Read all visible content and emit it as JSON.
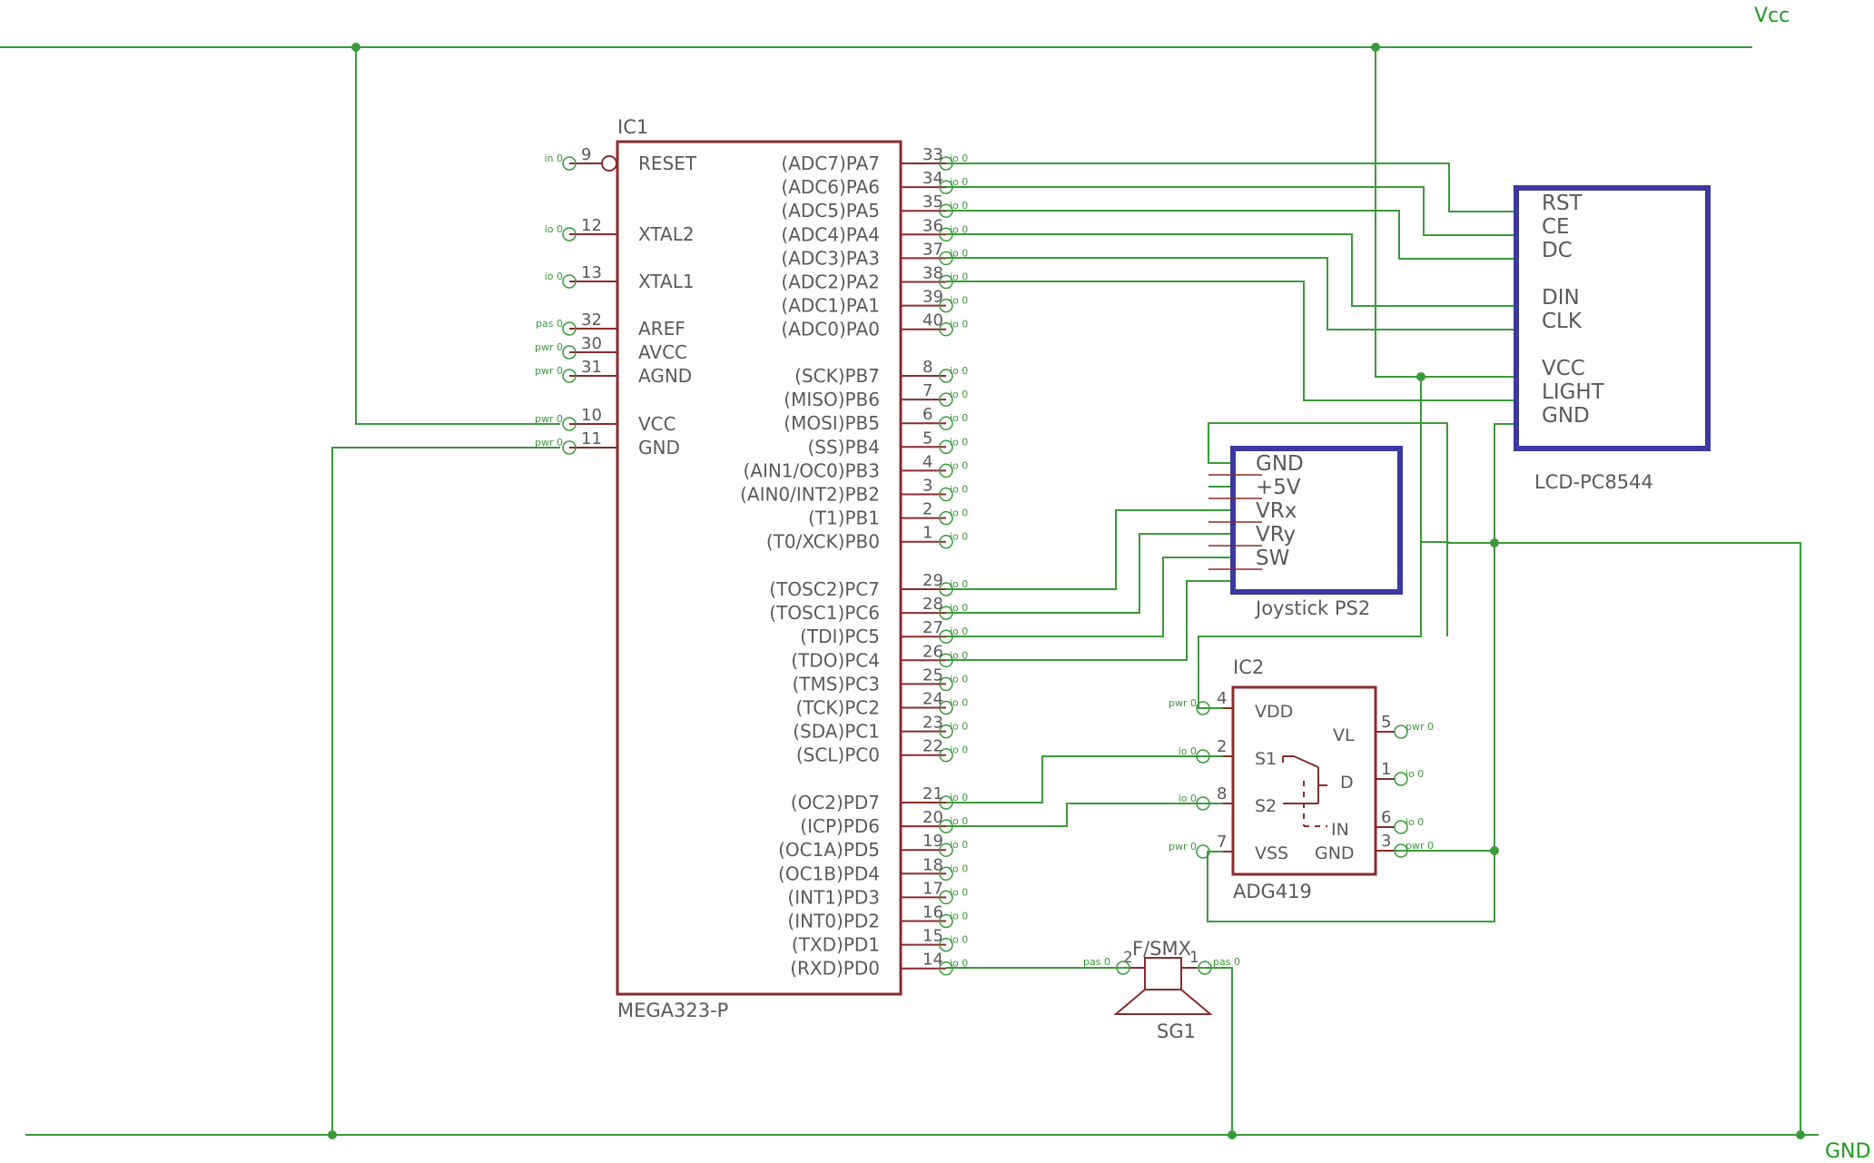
{
  "nets": {
    "vcc": "Vcc",
    "gnd": "GND"
  },
  "colors": {
    "wire": "#3a9a3a",
    "symbol": "#8b2b2b",
    "module": "#3a3aa0",
    "text": "#5a5a5a"
  },
  "ic1": {
    "ref": "IC1",
    "value": "MEGA323-P",
    "left_pins": [
      {
        "num": "9",
        "name": "RESET",
        "type": "in 0"
      },
      {
        "num": "12",
        "name": "XTAL2",
        "type": "io 0"
      },
      {
        "num": "13",
        "name": "XTAL1",
        "type": "io 0"
      },
      {
        "num": "32",
        "name": "AREF",
        "type": "pas 0"
      },
      {
        "num": "30",
        "name": "AVCC",
        "type": "pwr 0"
      },
      {
        "num": "31",
        "name": "AGND",
        "type": "pwr 0"
      },
      {
        "num": "10",
        "name": "VCC",
        "type": "pwr 0"
      },
      {
        "num": "11",
        "name": "GND",
        "type": "pwr 0"
      }
    ],
    "right_pins": [
      {
        "num": "33",
        "name": "(ADC7)PA7"
      },
      {
        "num": "34",
        "name": "(ADC6)PA6"
      },
      {
        "num": "35",
        "name": "(ADC5)PA5"
      },
      {
        "num": "36",
        "name": "(ADC4)PA4"
      },
      {
        "num": "37",
        "name": "(ADC3)PA3"
      },
      {
        "num": "38",
        "name": "(ADC2)PA2"
      },
      {
        "num": "39",
        "name": "(ADC1)PA1"
      },
      {
        "num": "40",
        "name": "(ADC0)PA0"
      },
      {
        "num": "8",
        "name": "(SCK)PB7"
      },
      {
        "num": "7",
        "name": "(MISO)PB6"
      },
      {
        "num": "6",
        "name": "(MOSI)PB5"
      },
      {
        "num": "5",
        "name": "(SS)PB4"
      },
      {
        "num": "4",
        "name": "(AIN1/OC0)PB3"
      },
      {
        "num": "3",
        "name": "(AIN0/INT2)PB2"
      },
      {
        "num": "2",
        "name": "(T1)PB1"
      },
      {
        "num": "1",
        "name": "(T0/XCK)PB0"
      },
      {
        "num": "29",
        "name": "(TOSC2)PC7"
      },
      {
        "num": "28",
        "name": "(TOSC1)PC6"
      },
      {
        "num": "27",
        "name": "(TDI)PC5"
      },
      {
        "num": "26",
        "name": "(TDO)PC4"
      },
      {
        "num": "25",
        "name": "(TMS)PC3"
      },
      {
        "num": "24",
        "name": "(TCK)PC2"
      },
      {
        "num": "23",
        "name": "(SDA)PC1"
      },
      {
        "num": "22",
        "name": "(SCL)PC0"
      },
      {
        "num": "21",
        "name": "(OC2)PD7"
      },
      {
        "num": "20",
        "name": "(ICP)PD6"
      },
      {
        "num": "19",
        "name": "(OC1A)PD5"
      },
      {
        "num": "18",
        "name": "(OC1B)PD4"
      },
      {
        "num": "17",
        "name": "(INT1)PD3"
      },
      {
        "num": "16",
        "name": "(INT0)PD2"
      },
      {
        "num": "15",
        "name": "(TXD)PD1"
      },
      {
        "num": "14",
        "name": "(RXD)PD0"
      }
    ],
    "right_pin_type": "io 0"
  },
  "lcd": {
    "value": "LCD-PC8544",
    "pins": [
      "RST",
      "CE",
      "DC",
      "DIN",
      "CLK",
      "VCC",
      "LIGHT",
      "GND"
    ]
  },
  "joystick": {
    "value": "Joystick PS2",
    "pins": [
      "GND",
      "+5V",
      "VRx",
      "VRy",
      "SW"
    ]
  },
  "ic2": {
    "ref": "IC2",
    "value": "ADG419",
    "labels": {
      "vdd": "VDD",
      "vl": "VL",
      "s1": "S1",
      "d": "D",
      "s2": "S2",
      "in": "IN",
      "vss": "VSS",
      "gnd": "GND"
    },
    "pins": [
      {
        "num": "4",
        "type": "pwr 0"
      },
      {
        "num": "2",
        "type": "io 0"
      },
      {
        "num": "8",
        "type": "io 0"
      },
      {
        "num": "7",
        "type": "pwr 0"
      },
      {
        "num": "5",
        "type": "pwr 0"
      },
      {
        "num": "1",
        "type": "io 0"
      },
      {
        "num": "6",
        "type": "io 0"
      },
      {
        "num": "3",
        "type": "pwr 0"
      }
    ]
  },
  "sg1": {
    "ref": "SG1",
    "value": "F/SMX",
    "pins": [
      {
        "num": "2",
        "type": "pas 0"
      },
      {
        "num": "1",
        "type": "pas 0"
      }
    ]
  }
}
